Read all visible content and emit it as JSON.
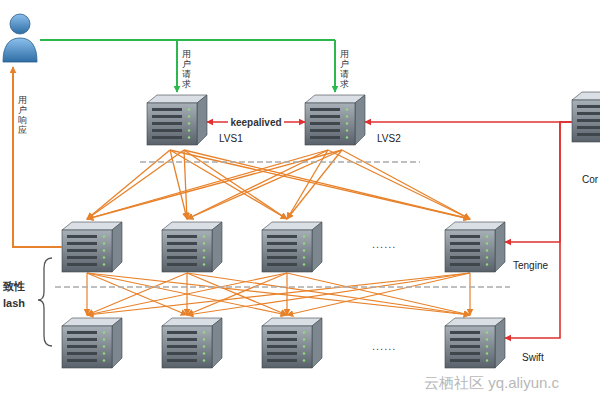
{
  "diagram": {
    "nodes": [
      {
        "text": [
          "LVS1"
        ]
      },
      {
        "text": [
          "LVS2"
        ]
      },
      {
        "text": [
          "Cor"
        ]
      },
      {
        "text": [
          "Tengine"
        ]
      },
      {
        "text": [
          "Swift"
        ]
      }
    ],
    "edges": [
      {
        "from": 0,
        "to": 1,
        "label": "keepalived",
        "arrow": "both"
      },
      {
        "from": 2,
        "to": 1,
        "arrow": "to"
      },
      {
        "from": 2,
        "to": 3,
        "arrow": "to"
      },
      {
        "from": 2,
        "to": 4,
        "arrow": "to"
      }
    ],
    "labels": [
      "用户请求",
      "用户请求",
      "用户响应",
      "......",
      "......",
      "致性",
      "lash",
      "云栖社区 yq.aliyun.c"
    ]
  }
}
